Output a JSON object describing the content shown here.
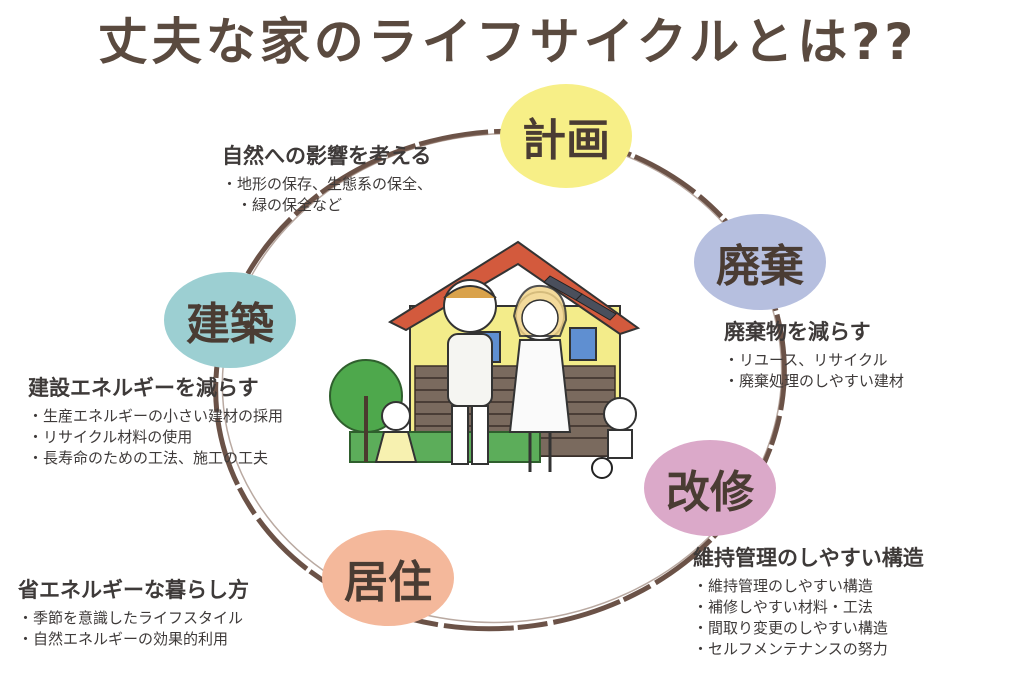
{
  "title": "丈夫な家のライフサイクルとは??",
  "stages": {
    "plan": "計画",
    "disposal": "廃棄",
    "renovation": "改修",
    "residence": "居住",
    "construction": "建築"
  },
  "plan_note": {
    "heading": "自然への影響を考える",
    "items": [
      "地形の保存、生態系の保全、",
      "緑の保全など"
    ]
  },
  "disposal_note": {
    "heading": "廃棄物を減らす",
    "items": [
      "リユース、リサイクル",
      "廃棄処理のしやすい建材"
    ]
  },
  "renovation_note": {
    "heading": "維持管理のしやすい構造",
    "items": [
      "維持管理のしやすい構造",
      "補修しやすい材料・工法",
      "間取り変更のしやすい構造",
      "セルフメンテナンスの努力"
    ]
  },
  "residence_note": {
    "heading": "省エネルギーな暮らし方",
    "items": [
      "季節を意識したライフスタイル",
      "自然エネルギーの効果的利用"
    ]
  },
  "construction_note": {
    "heading": "建設エネルギーを減らす",
    "items": [
      "生産エネルギーの小さい建材の採用",
      "リサイクル材料の使用",
      "長寿命のための工法、施工の工夫"
    ]
  },
  "colors": {
    "plan": "#f7ef87",
    "disposal": "#b6bfdf",
    "renovation": "#dba9c9",
    "residence": "#f4b89b",
    "construction": "#9ccfd2",
    "ring": "#6b5247"
  }
}
